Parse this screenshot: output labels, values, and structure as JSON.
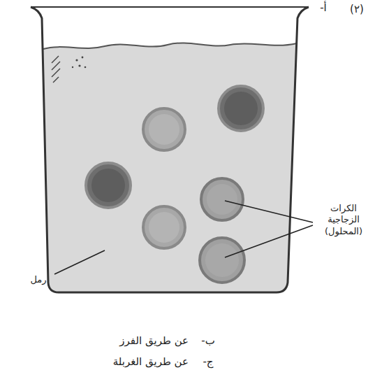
{
  "diagram": {
    "labels": [
      "(٢)",
      "أ-",
      "الكرات الزجاجية (المحلول)",
      "رمل",
      "ب-",
      "عن طريق الفرز",
      "ج-",
      "عن طريق الغربلة"
    ]
  }
}
